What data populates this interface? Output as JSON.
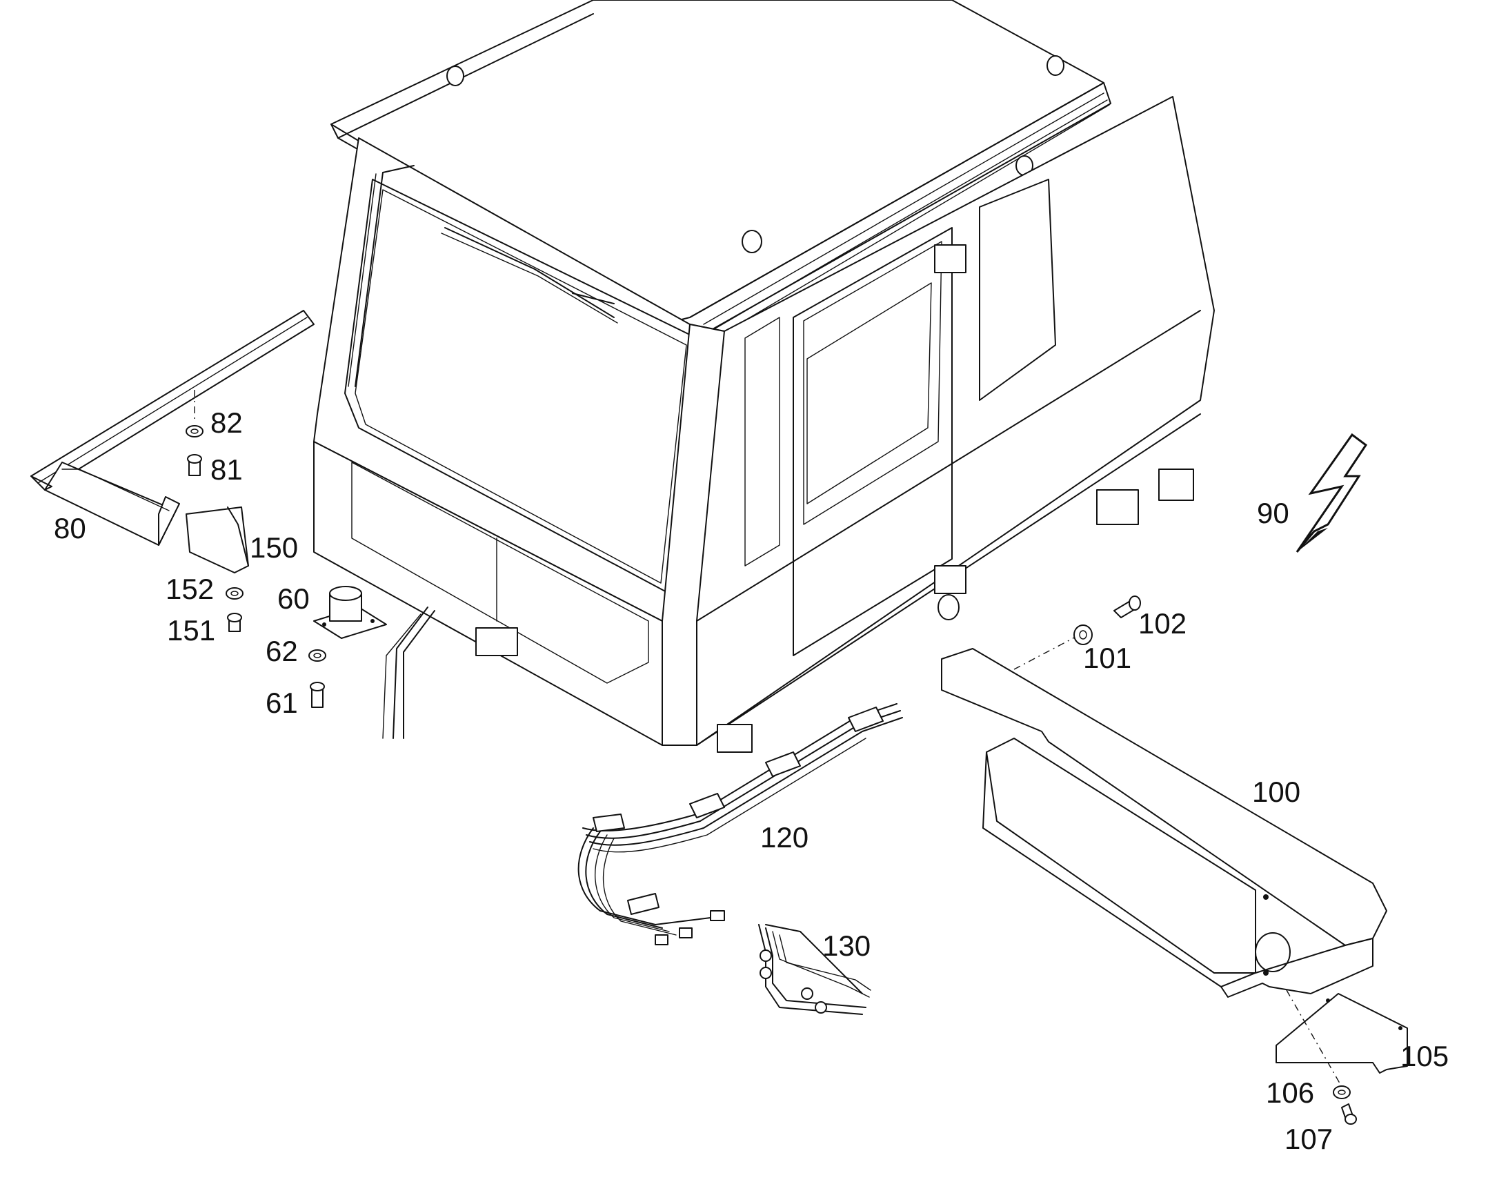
{
  "callouts": {
    "c80": "80",
    "c81": "81",
    "c82": "82",
    "c150": "150",
    "c151": "151",
    "c152": "152",
    "c60": "60",
    "c61": "61",
    "c62": "62",
    "c90": "90",
    "c100": "100",
    "c101": "101",
    "c102": "102",
    "c105": "105",
    "c106": "106",
    "c107": "107",
    "c120": "120",
    "c130": "130"
  },
  "icons": {
    "electric": "lightning-bolt-icon"
  }
}
